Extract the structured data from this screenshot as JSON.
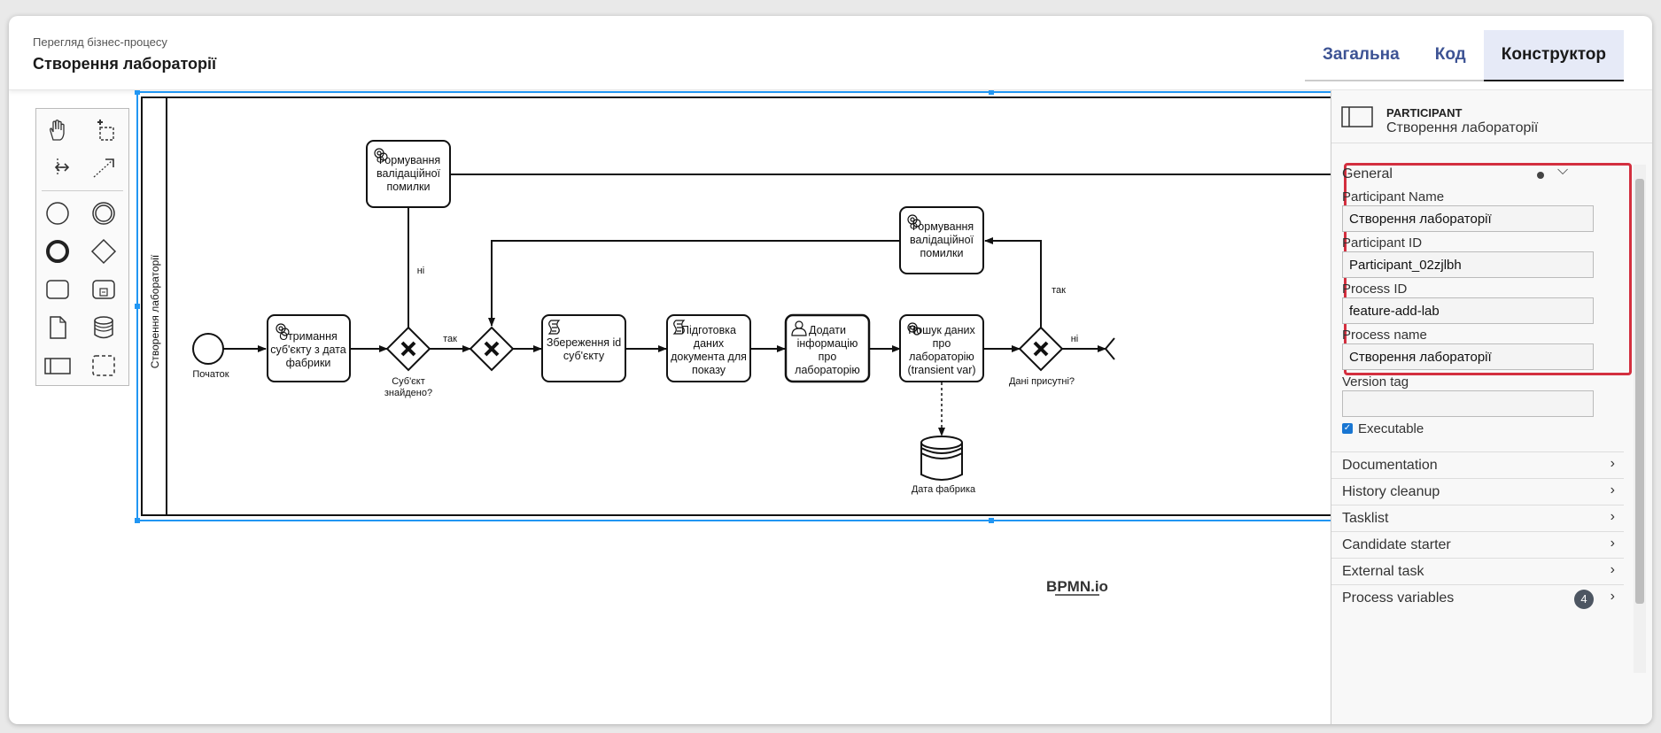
{
  "header": {
    "subtitle": "Перегляд бізнес-процесу",
    "title": "Створення лабораторії",
    "tabs": [
      "Загальна",
      "Код",
      "Конструктор"
    ]
  },
  "diagram": {
    "pool_label": "Створення лабораторії",
    "start_label": "Початок",
    "task_get_subject": "Отримання суб'єкту з дата фабрики",
    "task_validation_top": "Формування валідаційної помилки",
    "task_validation_right": "Формування валідаційної помилки",
    "gateway1_label": "Суб'єкт знайдено?",
    "edge_no_1": "ні",
    "edge_yes_1": "так",
    "task_save_id": "Збереження id суб'єкту",
    "task_prepare_doc": "Підготовка даних документа для показу",
    "task_add_info": "Додати інформацію про лабораторію",
    "task_search": "Пошук даних про лабораторію (transient var)",
    "gateway2_label": "Дані присутні?",
    "edge_yes_2": "так",
    "edge_no_2": "ні",
    "datastore_label": "Дата фабрика",
    "watermark": "BPMN.io"
  },
  "properties": {
    "type": "PARTICIPANT",
    "name": "Створення лабораторії",
    "group_general": "General",
    "participant_name_label": "Participant Name",
    "participant_name_value": "Створення лабораторії",
    "participant_id_label": "Participant ID",
    "participant_id_value": "Participant_02zjlbh",
    "process_id_label": "Process ID",
    "process_id_value": "feature-add-lab",
    "process_name_label": "Process name",
    "process_name_value": "Створення лабораторії",
    "version_tag_label": "Version tag",
    "version_tag_value": "",
    "executable_label": "Executable",
    "executable_checked": true,
    "sections": [
      "Documentation",
      "History cleanup",
      "Tasklist",
      "Candidate starter",
      "External task",
      "Process variables"
    ],
    "process_variables_count": "4"
  },
  "colors": {
    "accent": "#3d5394",
    "selection": "#2196f3",
    "highlight": "#d32f3f"
  }
}
